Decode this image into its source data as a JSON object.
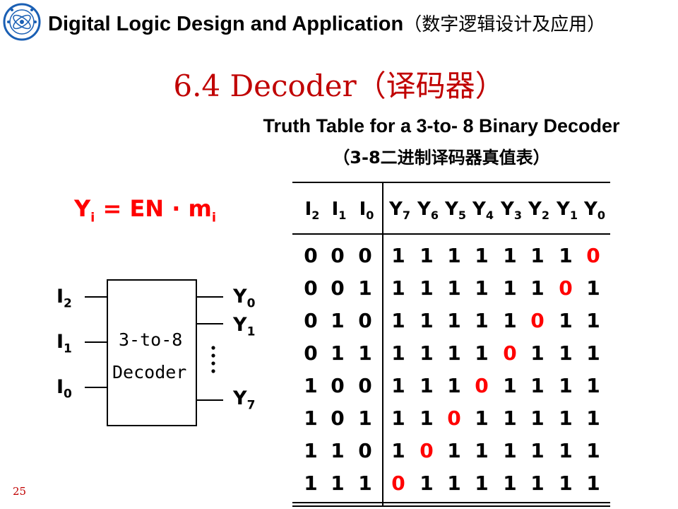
{
  "header": {
    "course_title_en": "Digital Logic Design and Application",
    "course_title_cn": "（数字逻辑设计及应用）"
  },
  "slide": {
    "title": "6.4   Decoder（译码器）",
    "page_number": "25"
  },
  "truth_table_title": {
    "en": "Truth Table for a 3-to- 8 Binary Decoder",
    "cn": "（3-8二进制译码器真值表）"
  },
  "formula": {
    "y": "Y",
    "y_sub": "i",
    "mid": " = EN · m",
    "m_sub": "i"
  },
  "diagram": {
    "box_line1": "3-to-8",
    "box_line2": "Decoder",
    "inputs": [
      {
        "letter": "I",
        "sub": "2"
      },
      {
        "letter": "I",
        "sub": "1"
      },
      {
        "letter": "I",
        "sub": "0"
      }
    ],
    "outputs": [
      {
        "letter": "Y",
        "sub": "0"
      },
      {
        "letter": "Y",
        "sub": "1"
      },
      {
        "letter": "Y",
        "sub": "7"
      }
    ]
  },
  "table": {
    "input_headers": [
      {
        "letter": "I",
        "sub": "2"
      },
      {
        "letter": "I",
        "sub": "1"
      },
      {
        "letter": "I",
        "sub": "0"
      }
    ],
    "output_headers": [
      {
        "letter": "Y",
        "sub": "7"
      },
      {
        "letter": "Y",
        "sub": "6"
      },
      {
        "letter": "Y",
        "sub": "5"
      },
      {
        "letter": "Y",
        "sub": "4"
      },
      {
        "letter": "Y",
        "sub": "3"
      },
      {
        "letter": "Y",
        "sub": "2"
      },
      {
        "letter": "Y",
        "sub": "1"
      },
      {
        "letter": "Y",
        "sub": "0"
      }
    ],
    "rows": [
      {
        "inputs": [
          "0",
          "0",
          "0"
        ],
        "outputs": [
          "1",
          "1",
          "1",
          "1",
          "1",
          "1",
          "1",
          "0"
        ]
      },
      {
        "inputs": [
          "0",
          "0",
          "1"
        ],
        "outputs": [
          "1",
          "1",
          "1",
          "1",
          "1",
          "1",
          "0",
          "1"
        ]
      },
      {
        "inputs": [
          "0",
          "1",
          "0"
        ],
        "outputs": [
          "1",
          "1",
          "1",
          "1",
          "1",
          "0",
          "1",
          "1"
        ]
      },
      {
        "inputs": [
          "0",
          "1",
          "1"
        ],
        "outputs": [
          "1",
          "1",
          "1",
          "1",
          "0",
          "1",
          "1",
          "1"
        ]
      },
      {
        "inputs": [
          "1",
          "0",
          "0"
        ],
        "outputs": [
          "1",
          "1",
          "1",
          "0",
          "1",
          "1",
          "1",
          "1"
        ]
      },
      {
        "inputs": [
          "1",
          "0",
          "1"
        ],
        "outputs": [
          "1",
          "1",
          "0",
          "1",
          "1",
          "1",
          "1",
          "1"
        ]
      },
      {
        "inputs": [
          "1",
          "1",
          "0"
        ],
        "outputs": [
          "1",
          "0",
          "1",
          "1",
          "1",
          "1",
          "1",
          "1"
        ]
      },
      {
        "inputs": [
          "1",
          "1",
          "1"
        ],
        "outputs": [
          "0",
          "1",
          "1",
          "1",
          "1",
          "1",
          "1",
          "1"
        ]
      }
    ]
  },
  "colors": {
    "title_red": "#c00000",
    "formula_red": "#ff0000",
    "active_low_red": "#ff0000",
    "logo_blue": "#1a5fb4"
  }
}
